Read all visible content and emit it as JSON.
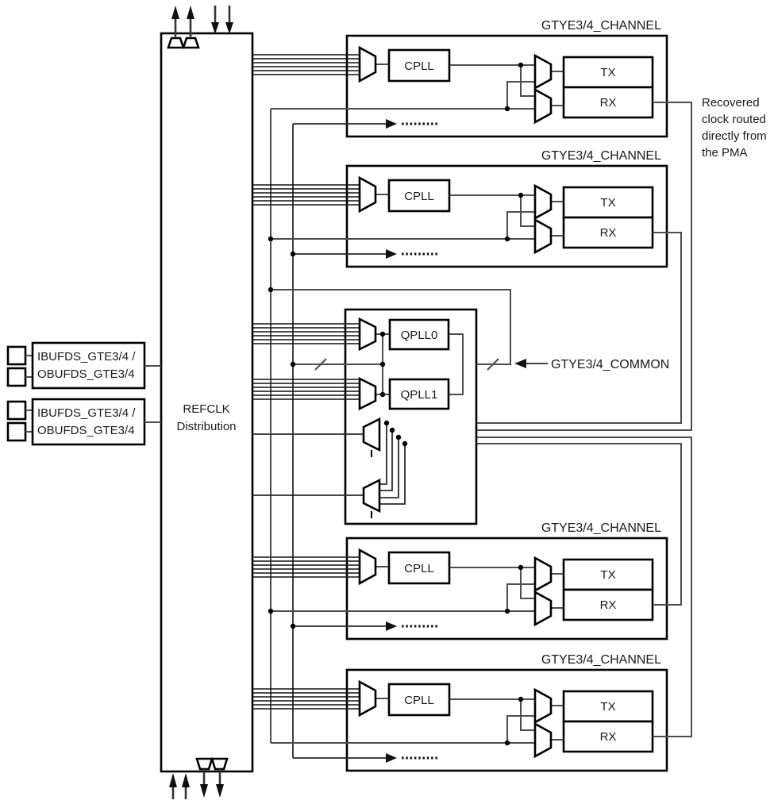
{
  "diagram": {
    "colors": {
      "ink": "#000000",
      "wire": "#4d4d4d",
      "background": "#ffffff"
    },
    "refclk": {
      "title_line1": "REFCLK",
      "title_line2": "Distribution"
    },
    "input_buffers": [
      {
        "line1": "IBUFDS_GTE3/4 /",
        "line2": "OBUFDS_GTE3/4"
      },
      {
        "line1": "IBUFDS_GTE3/4 /",
        "line2": "OBUFDS_GTE3/4"
      }
    ],
    "channels": [
      {
        "title": "GTYE3/4_CHANNEL",
        "pll_label": "CPLL",
        "tx_label": "TX",
        "rx_label": "RX"
      },
      {
        "title": "GTYE3/4_CHANNEL",
        "pll_label": "CPLL",
        "tx_label": "TX",
        "rx_label": "RX"
      },
      {
        "title": "GTYE3/4_CHANNEL",
        "pll_label": "CPLL",
        "tx_label": "TX",
        "rx_label": "RX"
      },
      {
        "title": "GTYE3/4_CHANNEL",
        "pll_label": "CPLL",
        "tx_label": "TX",
        "rx_label": "RX"
      }
    ],
    "common": {
      "label": "GTYE3/4_COMMON",
      "qpll0_label": "QPLL0",
      "qpll1_label": "QPLL1"
    },
    "notes": {
      "recovered_clock_lines": [
        "Recovered",
        "clock routed",
        "directly from",
        "the PMA"
      ]
    }
  }
}
